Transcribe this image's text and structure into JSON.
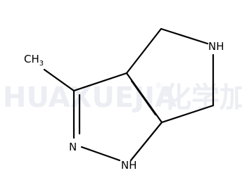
{
  "watermark": {
    "brand": "HUAXUEJIA",
    "registered": "®",
    "cjk": "化学加"
  },
  "atoms": {
    "methyl": {
      "main": "CH",
      "sub": "3"
    },
    "pyrazole_n": "N",
    "pyrazole_nh": "NH",
    "pyrrolidine_nh": "NH"
  },
  "colors": {
    "bond": "#000000",
    "label": "#000000",
    "watermark": "#eceef3"
  }
}
